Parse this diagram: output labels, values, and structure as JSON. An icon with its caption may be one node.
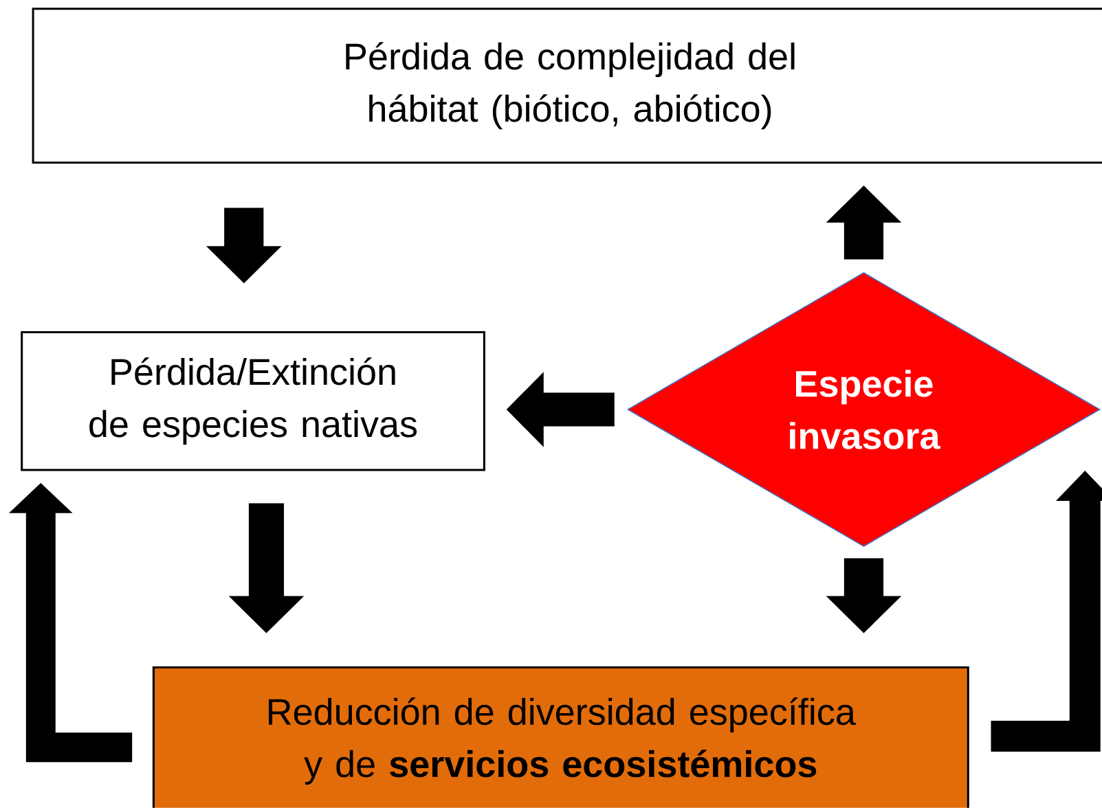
{
  "diagram": {
    "nodes": [
      {
        "text": [
          "Pérdida de complejidad del hábitat (biótico, abiótico)"
        ]
      },
      {
        "text": [
          "Pérdida/Extinción de especies nativas"
        ]
      },
      {
        "text": [
          "Especie invasora"
        ]
      },
      {
        "text": [
          "Reducción de diversidad específica y de **servicios ecosistémicos**"
        ]
      }
    ],
    "edges": [
      {
        "from": 0,
        "to": 1,
        "arrow": "to"
      },
      {
        "from": 2,
        "to": 0,
        "arrow": "to"
      },
      {
        "from": 2,
        "to": 1,
        "arrow": "to"
      },
      {
        "from": 1,
        "to": 3,
        "arrow": "to"
      },
      {
        "from": 2,
        "to": 3,
        "arrow": "to"
      },
      {
        "from": 3,
        "to": 1,
        "arrow": "to"
      },
      {
        "from": 3,
        "to": 2,
        "arrow": "to"
      }
    ]
  }
}
